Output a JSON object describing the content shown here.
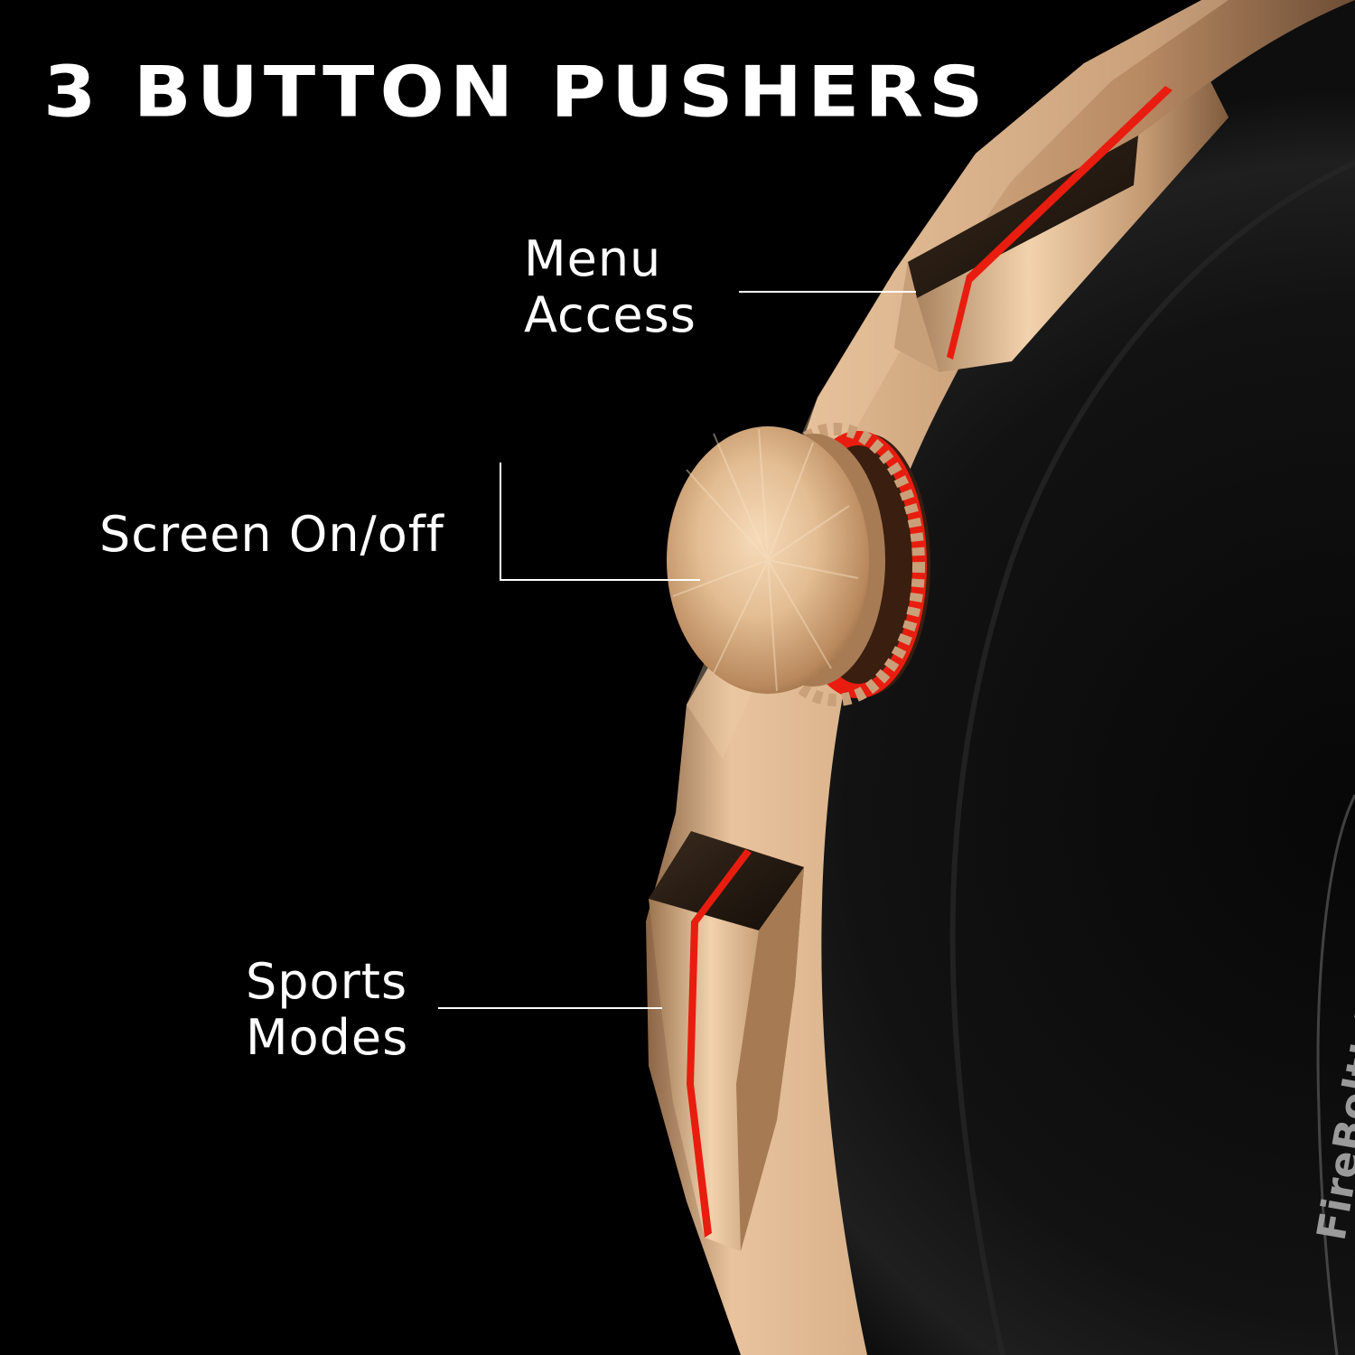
{
  "headline": "3 BUTTON PUSHERS",
  "callouts": {
    "menu": {
      "line1": "Menu",
      "line2": "Access"
    },
    "screen": {
      "line1": "Screen On/off"
    },
    "sports": {
      "line1": "Sports",
      "line2": "Modes"
    }
  },
  "case_engraving": "FireBoltt Invincible",
  "colors": {
    "background": "#000000",
    "text": "#ffffff",
    "case_gold": "#d9b089",
    "accent_red": "#e81d0f",
    "bezel_dark": "#151515"
  }
}
